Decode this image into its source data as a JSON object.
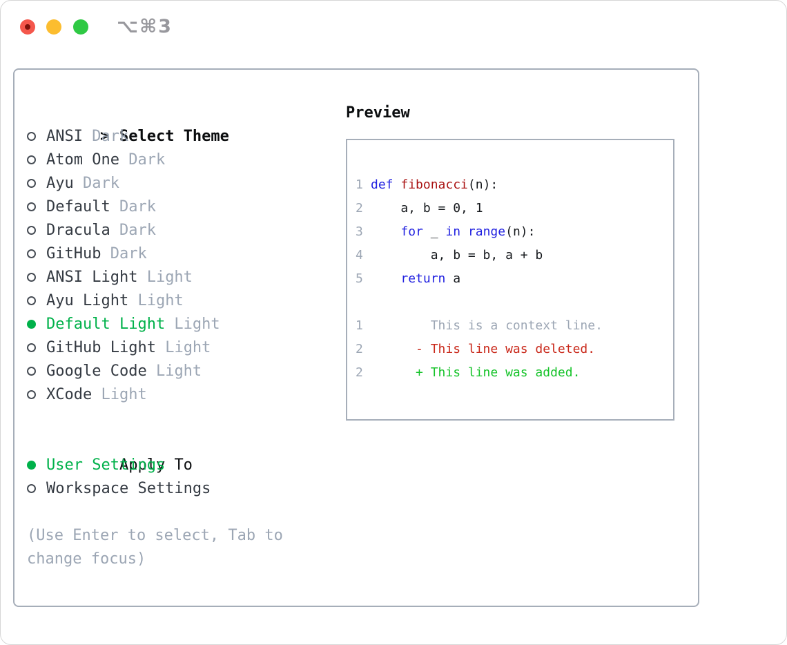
{
  "window": {
    "title_shortcut": "⌥⌘3"
  },
  "colors": {
    "traffic_red": "#f4574c",
    "traffic_red_dot": "#7d120b",
    "traffic_yellow": "#fcbd2f",
    "traffic_green": "#2fc944",
    "title_gray": "#98989d",
    "border_gray": "#a6aeb9",
    "black": "#0b0d0f",
    "dark_text": "#343a42",
    "muted_gray": "#9ca6b4",
    "accent_green": "#00b14a",
    "added_green": "#16c32a",
    "deleted_red": "#c9281a",
    "keyword_blue": "#2222e0",
    "function_red": "#aa1313",
    "code_default": "#15181c"
  },
  "left": {
    "header_marker": ">",
    "header": "Select Theme",
    "themes": [
      {
        "name": "ANSI",
        "variant": "Dark",
        "selected": false
      },
      {
        "name": "Atom One",
        "variant": "Dark",
        "selected": false
      },
      {
        "name": "Ayu",
        "variant": "Dark",
        "selected": false
      },
      {
        "name": "Default",
        "variant": "Dark",
        "selected": false
      },
      {
        "name": "Dracula",
        "variant": "Dark",
        "selected": false
      },
      {
        "name": "GitHub",
        "variant": "Dark",
        "selected": false
      },
      {
        "name": "ANSI Light",
        "variant": "Light",
        "selected": false
      },
      {
        "name": "Ayu Light",
        "variant": "Light",
        "selected": false
      },
      {
        "name": "Default Light",
        "variant": "Light",
        "selected": true
      },
      {
        "name": "GitHub Light",
        "variant": "Light",
        "selected": false
      },
      {
        "name": "Google Code",
        "variant": "Light",
        "selected": false
      },
      {
        "name": "XCode",
        "variant": "Light",
        "selected": false
      }
    ],
    "apply_to": {
      "header": "Apply To",
      "options": [
        {
          "label": "User Settings",
          "selected": true
        },
        {
          "label": "Workspace Settings",
          "selected": false
        }
      ]
    },
    "help_lines": [
      "(Use Enter to select, Tab to",
      "change focus)"
    ]
  },
  "preview": {
    "header": "Preview",
    "code_lines": [
      {
        "num": "1",
        "segments": [
          {
            "text": "def",
            "style": "keyword"
          },
          {
            "text": " ",
            "style": "default"
          },
          {
            "text": "fibonacci",
            "style": "function"
          },
          {
            "text": "(n):",
            "style": "default"
          }
        ]
      },
      {
        "num": "2",
        "segments": [
          {
            "text": "    a, b = 0, 1",
            "style": "default"
          }
        ]
      },
      {
        "num": "3",
        "segments": [
          {
            "text": "    ",
            "style": "default"
          },
          {
            "text": "for",
            "style": "keyword"
          },
          {
            "text": " _ ",
            "style": "default"
          },
          {
            "text": "in",
            "style": "keyword"
          },
          {
            "text": " ",
            "style": "default"
          },
          {
            "text": "range",
            "style": "keyword"
          },
          {
            "text": "(n):",
            "style": "default"
          }
        ]
      },
      {
        "num": "4",
        "segments": [
          {
            "text": "        a, b = b, a + b",
            "style": "default"
          }
        ]
      },
      {
        "num": "5",
        "segments": [
          {
            "text": "    ",
            "style": "default"
          },
          {
            "text": "return",
            "style": "keyword"
          },
          {
            "text": " a",
            "style": "default"
          }
        ]
      },
      {
        "num": "",
        "segments": []
      },
      {
        "num": "1",
        "segments": [
          {
            "text": "        This is a context line.",
            "style": "muted"
          }
        ]
      },
      {
        "num": "2",
        "segments": [
          {
            "text": "      - This line was deleted.",
            "style": "deleted"
          }
        ]
      },
      {
        "num": "2",
        "segments": [
          {
            "text": "      + This line was added.",
            "style": "added"
          }
        ]
      }
    ]
  }
}
